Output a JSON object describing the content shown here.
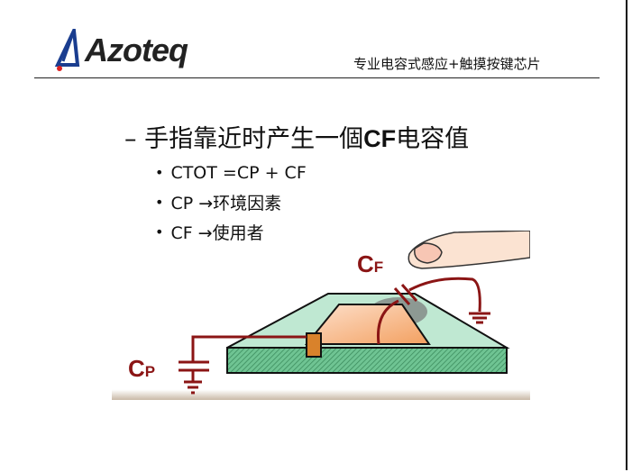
{
  "header": {
    "logo_text": "Azoteq",
    "tagline": "专业电容式感应+触摸按键芯片"
  },
  "slide": {
    "dash": "–",
    "heading_pre": "手指靠近时产生一個",
    "heading_bold": "CF",
    "heading_post": "电容值",
    "bullets": [
      "CTOT =CP + CF",
      "CP →环境因素",
      "CF →使用者"
    ]
  },
  "diagram": {
    "cf_main": "C",
    "cf_sub": "F",
    "cp_main": "C",
    "cp_sub": "P"
  }
}
